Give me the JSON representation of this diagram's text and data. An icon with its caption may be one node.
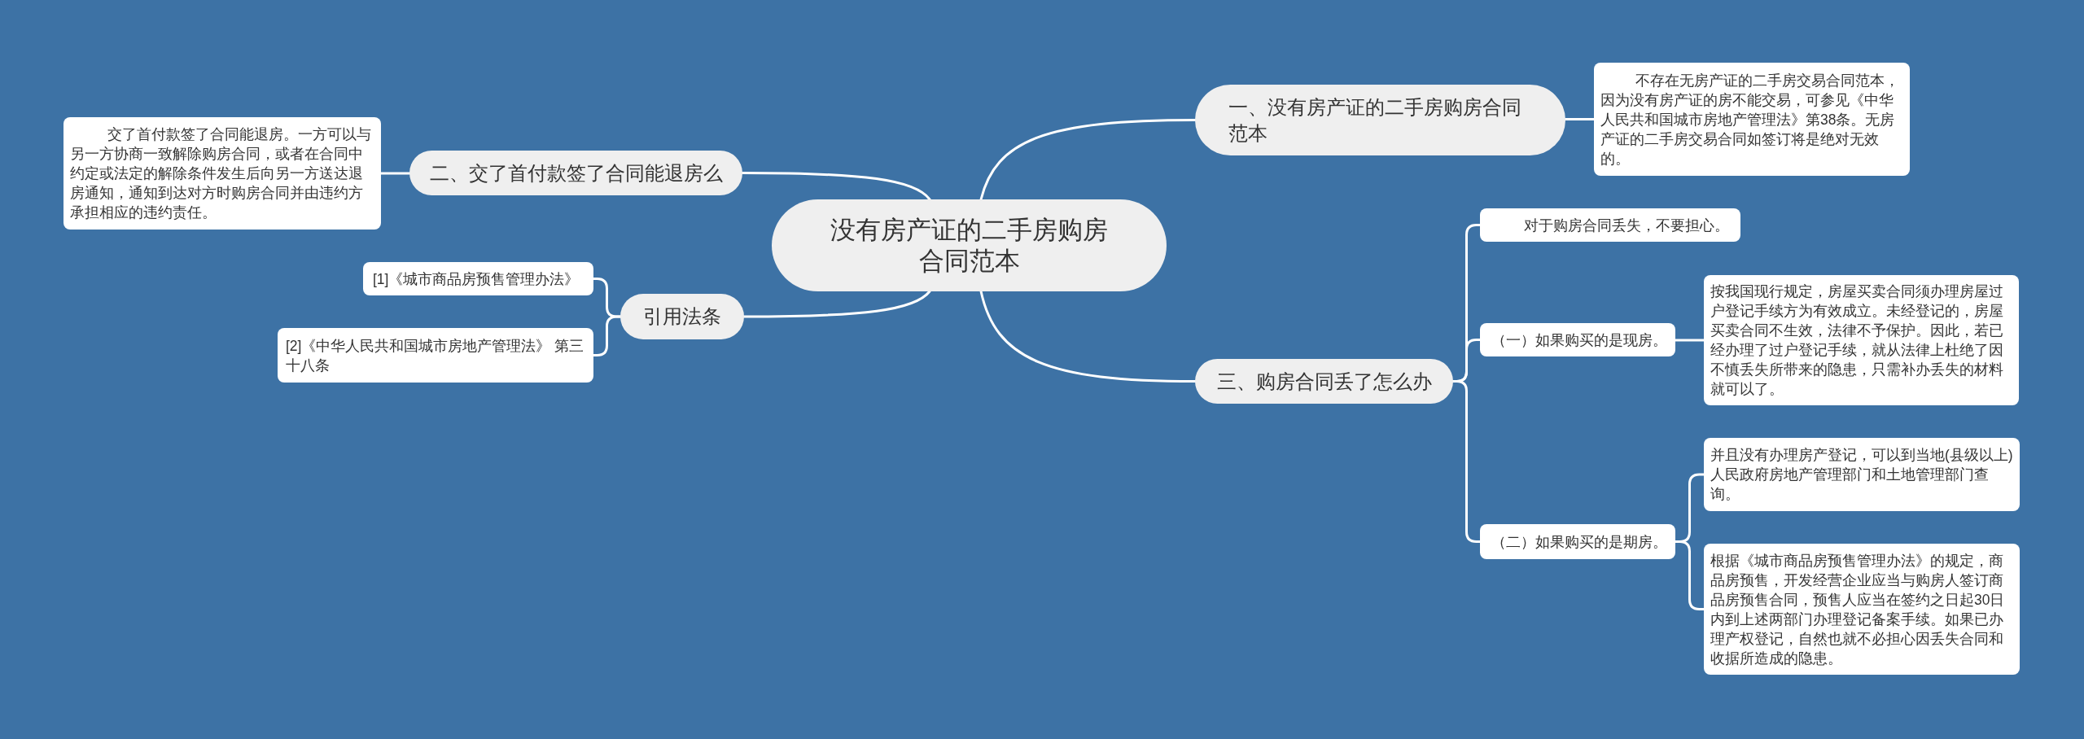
{
  "diagram": {
    "nodes": [
      {
        "text": [
          "没有房产证的二手房购房合同范本"
        ]
      },
      {
        "text": [
          "一、没有房产证的二手房购房合同范本"
        ]
      },
      {
        "text": [
          "不存在无房产证的二手房交易合同范本，因为没有房产证的房不能交易，可参见《中华人民共和国城市房地产管理法》第38条。无房产证的二手房交易合同如签订将是绝对无效的。"
        ]
      },
      {
        "text": [
          "三、购房合同丢了怎么办"
        ]
      },
      {
        "text": [
          "对于购房合同丢失，不要担心。"
        ]
      },
      {
        "text": [
          "（一）如果购买的是现房。"
        ]
      },
      {
        "text": [
          "按我国现行规定，房屋买卖合同须办理房屋过户登记手续方为有效成立。未经登记的，房屋买卖合同不生效，法律不予保护。因此，若已经办理了过户登记手续，就从法律上杜绝了因不慎丢失所带来的隐患，只需补办丢失的材料就可以了。"
        ]
      },
      {
        "text": [
          "（二）如果购买的是期房。"
        ]
      },
      {
        "text": [
          "并且没有办理房产登记，可以到当地(县级以上)人民政府房地产管理部门和土地管理部门查询。"
        ]
      },
      {
        "text": [
          "根据《城市商品房预售管理办法》的规定，商品房预售，开发经营企业应当与购房人签订商品房预售合同，预售人应当在签约之日起30日内到上述两部门办理登记备案手续。如果已办理产权登记，自然也就不必担心因丢失合同和收据所造成的隐患。"
        ]
      },
      {
        "text": [
          "二、交了首付款签了合同能退房么"
        ]
      },
      {
        "text": [
          "交了首付款签了合同能退房。一方可以与另一方协商一致解除购房合同，或者在合同中约定或法定的解除条件发生后向另一方送达退房通知，通知到达对方时购房合同并由违约方承担相应的违约责任。"
        ]
      },
      {
        "text": [
          "引用法条"
        ]
      },
      {
        "text": [
          "[1]《城市商品房预售管理办法》"
        ]
      },
      {
        "text": [
          "[2]《中华人民共和国城市房地产管理法》 第三十八条"
        ]
      }
    ],
    "edges": [
      {
        "from": 0,
        "to": 1,
        "arrow": "none"
      },
      {
        "from": 1,
        "to": 2,
        "arrow": "none"
      },
      {
        "from": 0,
        "to": 3,
        "arrow": "none"
      },
      {
        "from": 3,
        "to": 4,
        "arrow": "none"
      },
      {
        "from": 3,
        "to": 5,
        "arrow": "none"
      },
      {
        "from": 5,
        "to": 6,
        "arrow": "none"
      },
      {
        "from": 3,
        "to": 7,
        "arrow": "none"
      },
      {
        "from": 7,
        "to": 8,
        "arrow": "none"
      },
      {
        "from": 7,
        "to": 9,
        "arrow": "none"
      },
      {
        "from": 0,
        "to": 10,
        "arrow": "none"
      },
      {
        "from": 10,
        "to": 11,
        "arrow": "none"
      },
      {
        "from": 0,
        "to": 12,
        "arrow": "none"
      },
      {
        "from": 12,
        "to": 13,
        "arrow": "none"
      },
      {
        "from": 12,
        "to": 14,
        "arrow": "none"
      }
    ]
  }
}
